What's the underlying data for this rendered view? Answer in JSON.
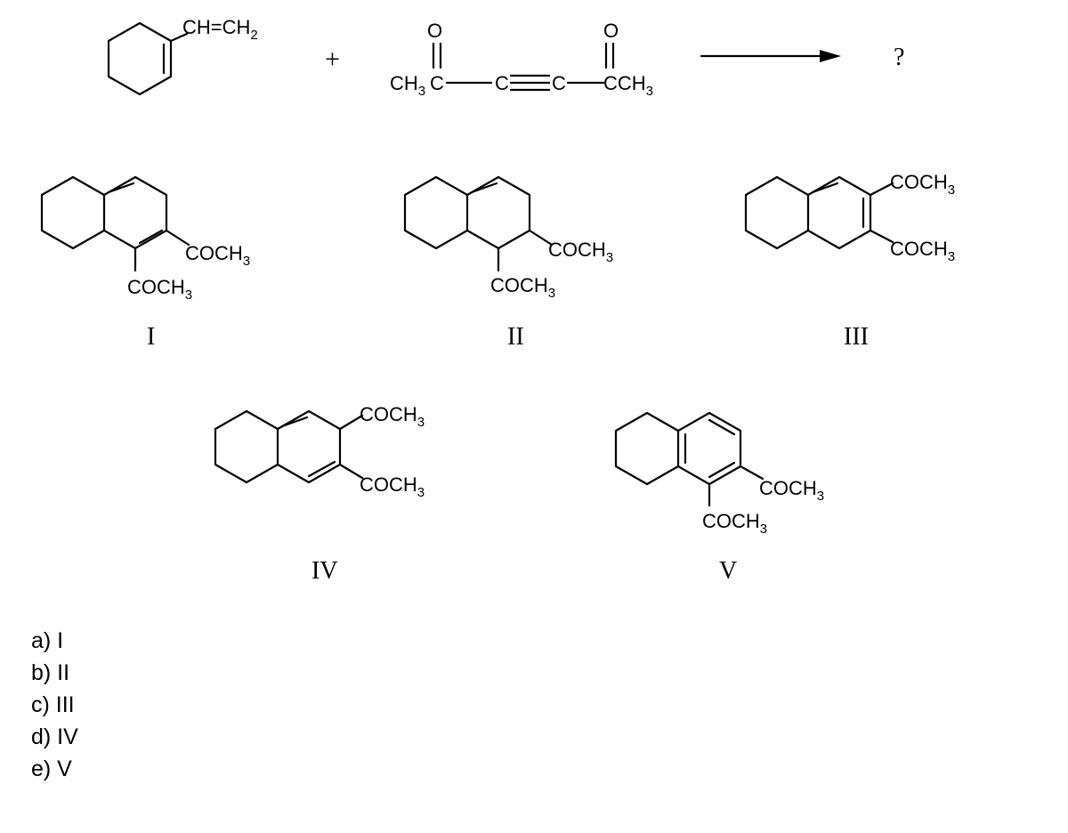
{
  "reaction": {
    "vinyl_label": "CH=CH",
    "vinyl_sub": "2",
    "plus": "+",
    "oxygen": "O",
    "left_methyl": "CH",
    "left_methyl_sub": "3",
    "left_carbonyl_c": "C",
    "alkyne_left_c": "C",
    "alkyne_right_c": "C",
    "right_group": "CCH",
    "right_group_sub": "3",
    "product": "?"
  },
  "substituent": {
    "main": "COCH",
    "sub": "3"
  },
  "structures": [
    {
      "roman": "I"
    },
    {
      "roman": "II"
    },
    {
      "roman": "III"
    },
    {
      "roman": "IV"
    },
    {
      "roman": "V"
    }
  ],
  "choices": [
    "a) I",
    "b) II",
    "c) III",
    "d) IV",
    "e) V"
  ]
}
